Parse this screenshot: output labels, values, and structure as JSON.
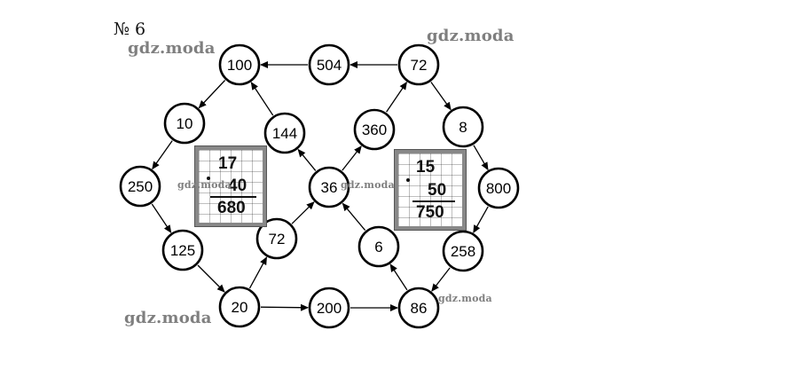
{
  "task_number": "№ 6",
  "watermarks": {
    "top_left": "gdz.moda",
    "top_right": "gdz.moda",
    "bottom_left": "gdz.moda",
    "center": "gdz.moda",
    "left_box": "gdz.moda",
    "bottom_right": "gdz.moda"
  },
  "nodes": [
    {
      "id": "n100",
      "label": "100"
    },
    {
      "id": "n504",
      "label": "504"
    },
    {
      "id": "n72top",
      "label": "72"
    },
    {
      "id": "n10",
      "label": "10"
    },
    {
      "id": "n144",
      "label": "144"
    },
    {
      "id": "n360",
      "label": "360"
    },
    {
      "id": "n8",
      "label": "8"
    },
    {
      "id": "n250",
      "label": "250"
    },
    {
      "id": "n36",
      "label": "36"
    },
    {
      "id": "n800",
      "label": "800"
    },
    {
      "id": "n125",
      "label": "125"
    },
    {
      "id": "n72mid",
      "label": "72"
    },
    {
      "id": "n6",
      "label": "6"
    },
    {
      "id": "n258",
      "label": "258"
    },
    {
      "id": "n20",
      "label": "20"
    },
    {
      "id": "n200",
      "label": "200"
    },
    {
      "id": "n86",
      "label": "86"
    }
  ],
  "edges": [
    {
      "from": "n504",
      "to": "n100"
    },
    {
      "from": "n72top",
      "to": "n504"
    },
    {
      "from": "n100",
      "to": "n10"
    },
    {
      "from": "n10",
      "to": "n250"
    },
    {
      "from": "n250",
      "to": "n125"
    },
    {
      "from": "n125",
      "to": "n20"
    },
    {
      "from": "n20",
      "to": "n72mid"
    },
    {
      "from": "n72mid",
      "to": "n36"
    },
    {
      "from": "n36",
      "to": "n144"
    },
    {
      "from": "n144",
      "to": "n100"
    },
    {
      "from": "n20",
      "to": "n200"
    },
    {
      "from": "n200",
      "to": "n86"
    },
    {
      "from": "n86",
      "to": "n6"
    },
    {
      "from": "n6",
      "to": "n36"
    },
    {
      "from": "n36",
      "to": "n360"
    },
    {
      "from": "n360",
      "to": "n72top"
    },
    {
      "from": "n72top",
      "to": "n8"
    },
    {
      "from": "n8",
      "to": "n800"
    },
    {
      "from": "n800",
      "to": "n258"
    },
    {
      "from": "n258",
      "to": "n86"
    }
  ],
  "multiplications": {
    "left": {
      "multiplicand": "17",
      "multiplier": "40",
      "product": "680"
    },
    "right": {
      "multiplicand": "15",
      "multiplier": "50",
      "product": "750"
    }
  }
}
